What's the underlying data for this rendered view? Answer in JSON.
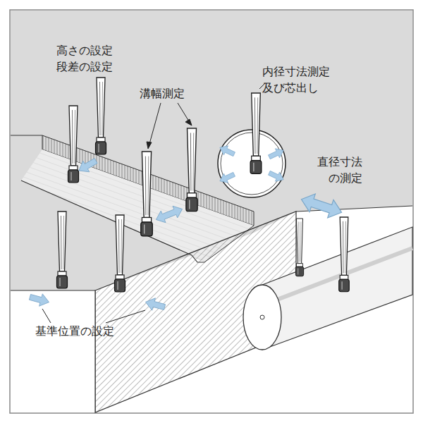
{
  "diagram": {
    "labels": [
      "高さの設定 段差の設定",
      "溝幅測定",
      "内径寸法測定 及び芯出し",
      "直径寸法 の測定",
      "基準位置の設定"
    ]
  }
}
